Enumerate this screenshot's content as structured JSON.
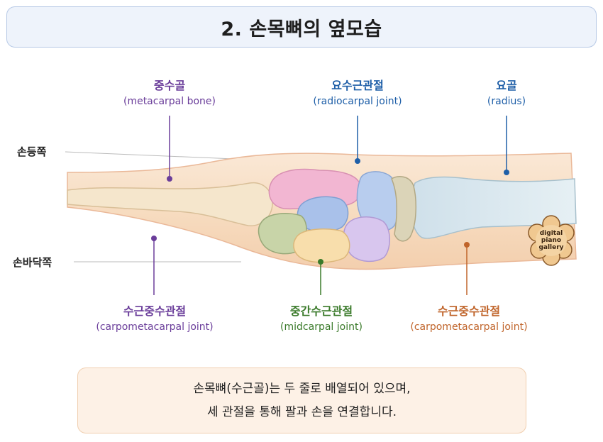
{
  "title": "2. 손목뼈의 옆모습",
  "side_labels": {
    "dorsal": "손등쪽",
    "palmar": "손바닥쪽"
  },
  "labels": {
    "metacarpal": {
      "ko": "중수골",
      "en": "(metacarpal bone)"
    },
    "radiocarpal": {
      "ko": "요수근관절",
      "en": "(radiocarpal joint)"
    },
    "radius": {
      "ko": "요골",
      "en": "(radius)"
    },
    "cmc_left": {
      "ko": "수근중수관절",
      "en": "(carpometacarpal joint)"
    },
    "midcarpal": {
      "ko": "중간수근관절",
      "en": "(midcarpal joint)"
    },
    "cmc_right": {
      "ko": "수근중수관절",
      "en": "(carpometacarpal joint)"
    }
  },
  "caption": {
    "line1": "손목뼈(수근골)는 두 줄로 배열되어 있으며,",
    "line2": "세 관절을 통해 팔과 손을 연결합니다."
  },
  "logo": {
    "line1": "digital",
    "line2": "piano",
    "line3": "gallery"
  },
  "colors": {
    "purple": "#6a3d9a",
    "blue": "#1f5fa8",
    "green": "#3a7a2a",
    "orange": "#c0642a",
    "skin": "#f6dcc0",
    "bone": "#f3e3c8"
  }
}
